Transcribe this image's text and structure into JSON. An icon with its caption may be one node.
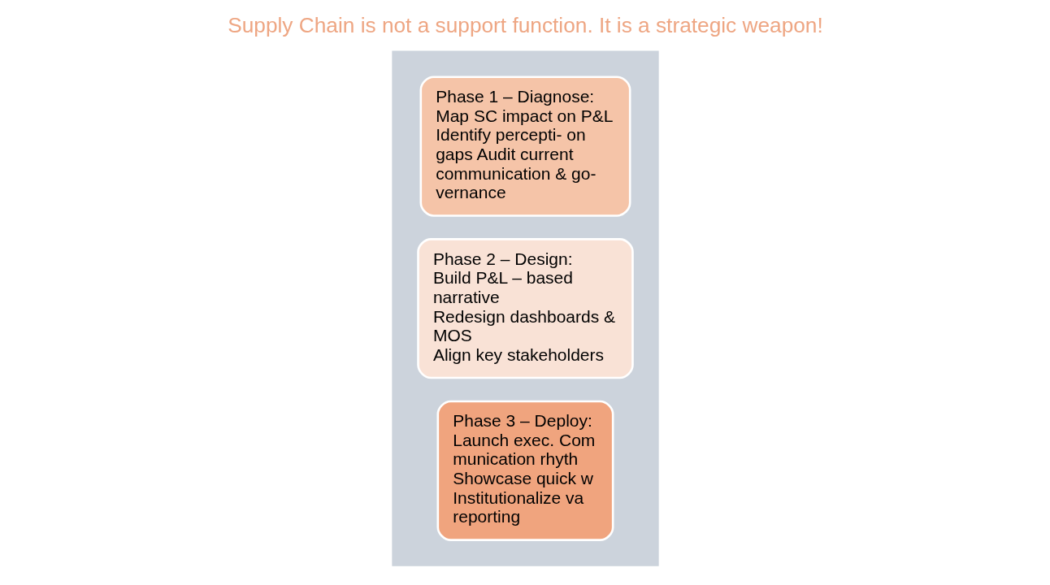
{
  "diagram": {
    "title": "Supply Chain is not a support function. It is a strategic weapon!",
    "nodes": [
      {
        "text": [],
        "shape": "arrow"
      },
      {
        "text": [
          "Phase 1 – Diagnose:",
          "Map SC impact on P&L Identify percepti- on gaps Audit current communication & go- vernance"
        ],
        "in": 0
      },
      {
        "text": [
          "Phase 2 – Design:",
          "Build P&L – based narrative",
          "Redesign dashboards & MOS",
          "Align key stakeholders"
        ],
        "in": 0
      },
      {
        "text": [
          "Phase 3 – Deploy:",
          "Launch exec. Com munication rhyth Showcase quick w Institutionalize va reporting"
        ],
        "in": 0
      }
    ],
    "edges": []
  }
}
